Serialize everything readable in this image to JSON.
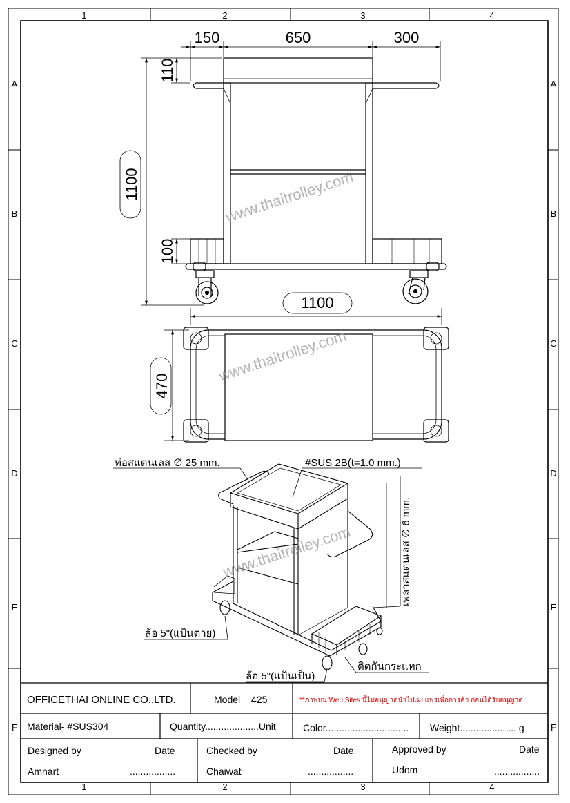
{
  "frame": {
    "columns": [
      "1",
      "2",
      "3",
      "4"
    ],
    "rows": [
      "A",
      "B",
      "C",
      "D",
      "E",
      "F"
    ]
  },
  "front_view": {
    "dims_top": [
      "150",
      "650",
      "300"
    ],
    "dim_tray_height": "110",
    "dim_total_height": "1100",
    "dim_base_height": "100",
    "dim_total_length": "1100"
  },
  "top_view": {
    "dim_width": "470"
  },
  "watermark": "www.thaitrolley.com",
  "iso_view": {
    "label_tube": "ท่อสแตนเลส ∅ 25 mm.",
    "label_sheet": "#SUS 2B(t=1.0 mm.)",
    "label_plate": "เพลาสแตนเลส ∅ 6 mm.",
    "label_caster_fixed": "ล้อ 5\"(แป้นตาย)",
    "label_caster_swivel": "ล้อ 5\"(แป้นเป็น)",
    "label_bumper": "ติดกันกระแทก"
  },
  "title_block": {
    "company": "OFFICETHAI ONLINE CO.,LTD.",
    "model_label": "Model",
    "model_value": "425",
    "notice": "**ภาพบน Web Sites นี้ไม่อนุญาตนำไปเผยแพร่เพื่อการค้า ก่อนได้รับอนุญาต",
    "material": "Material-  #SUS304",
    "quantity": "Quantity....................Unit",
    "color": "Color...............................",
    "weight": "Weight..................... g",
    "designed_by_label": "Designed by",
    "designed_by": "Amnart",
    "checked_by_label": "Checked by",
    "checked_by": "Chaiwat",
    "approved_by_label": "Approved by",
    "approved_by": "Udom",
    "date_label": "Date",
    "date_value": "................."
  }
}
